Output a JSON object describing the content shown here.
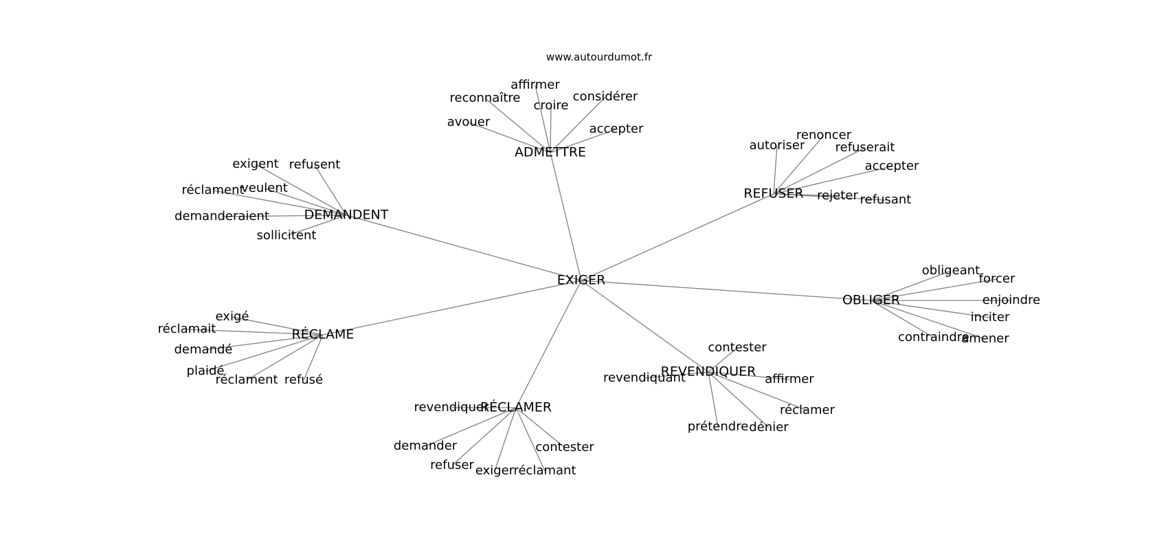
{
  "site": "www.autourdumot.fr",
  "center": "EXIGER",
  "hubs": [
    {
      "label": "ADMETTRE",
      "children": [
        "affirmer",
        "reconnaître",
        "croire",
        "considérer",
        "avouer",
        "accepter"
      ]
    },
    {
      "label": "REFUSER",
      "children": [
        "renoncer",
        "autoriser",
        "refuserait",
        "accepter",
        "rejeter",
        "refusant"
      ]
    },
    {
      "label": "DEMANDENT",
      "children": [
        "exigent",
        "refusent",
        "réclament",
        "veulent",
        "demanderaient",
        "sollicitent"
      ]
    },
    {
      "label": "OBLIGER",
      "children": [
        "obligeant",
        "forcer",
        "enjoindre",
        "inciter",
        "contraindre",
        "amener"
      ]
    },
    {
      "label": "RÉCLAME",
      "children": [
        "exigé",
        "réclamait",
        "demandé",
        "plaidé",
        "réclament",
        "refusé"
      ]
    },
    {
      "label": "REVENDIQUER",
      "children": [
        "contester",
        "revendiquant",
        "affirmer",
        "réclamer",
        "prétendre",
        "dénier"
      ]
    },
    {
      "label": "RÉCLAMER",
      "children": [
        "revendiquer",
        "demander",
        "contester",
        "refuser",
        "exiger",
        "réclamant"
      ]
    }
  ]
}
